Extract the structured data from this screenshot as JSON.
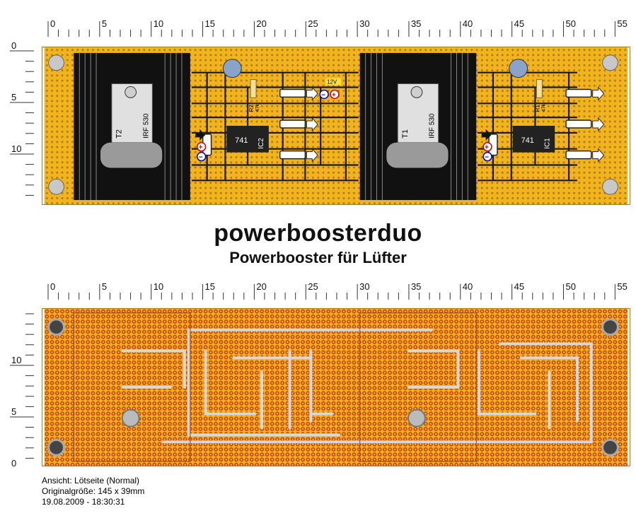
{
  "title": "powerboosterduo",
  "subtitle": "Powerbooster für Lüfter",
  "ruler_top": {
    "labels": [
      "0",
      "5",
      "10",
      "15",
      "20",
      "25",
      "30",
      "35",
      "40",
      "45",
      "50",
      "55"
    ]
  },
  "ruler_side_top": {
    "labels": [
      "0",
      "5",
      "10"
    ]
  },
  "ruler_side_bottom": {
    "labels": [
      "10",
      "5",
      "0"
    ]
  },
  "board_top": {
    "transistor_left": "T2",
    "transistor_left_part": "IRF 530",
    "transistor_right": "T1",
    "transistor_right_part": "IRF 530",
    "ic_left_label": "741",
    "ic_left_ref": "IC2",
    "ic_right_label": "741",
    "ic_right_ref": "IC1",
    "resistor_left_ref": "R2",
    "resistor_left_value": "47k",
    "resistor_right_ref": "R1",
    "resistor_right_value": "47k",
    "supply_label": "12V",
    "plus_sign": "+",
    "minus_sign": "−"
  },
  "footer": {
    "view": "Ansicht: Lötseite (Normal)",
    "size": "Originalgröße: 145 x 39mm",
    "date": "19.08.2009 - 18:30:31"
  },
  "colors": {
    "board": "#f2b41e",
    "pad_red": "#cc4a10",
    "heatsink": "#111111",
    "trace": "#d8d8d8",
    "wire": "#1a1a1a"
  }
}
